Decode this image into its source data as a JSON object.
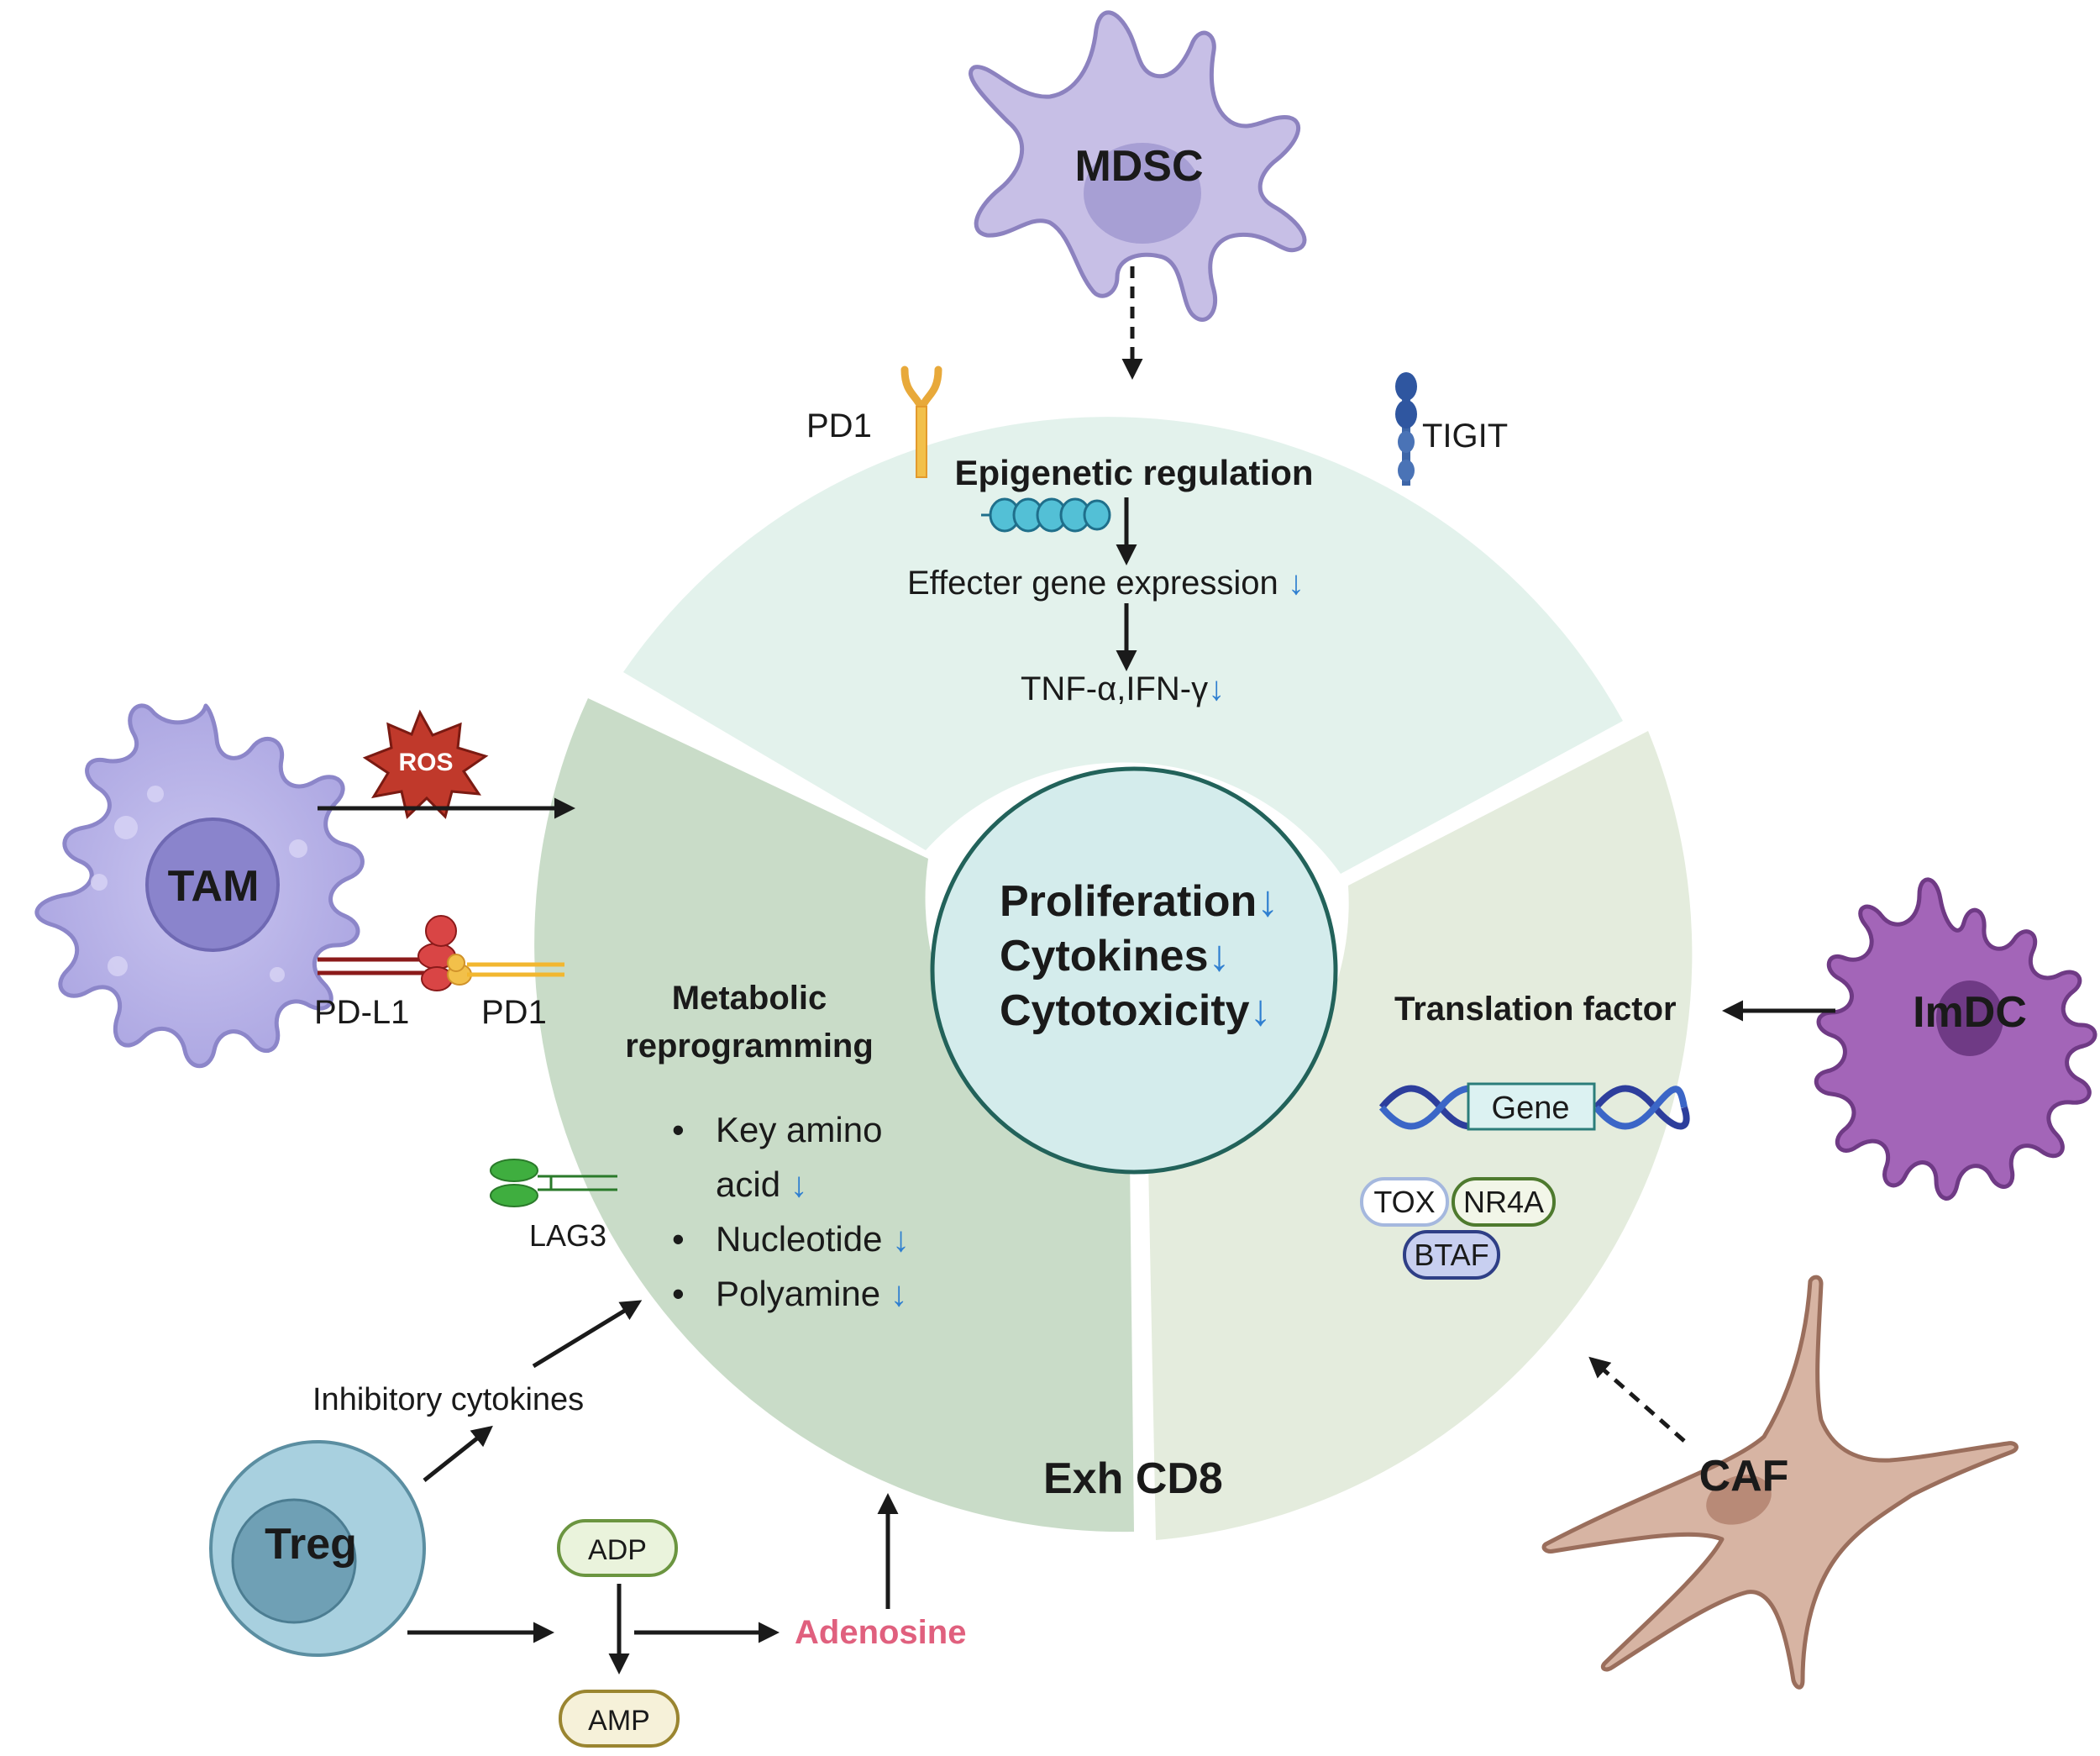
{
  "center": {
    "line1": "Proliferation",
    "line2": "Cytokines",
    "line3": "Cytotoxicity",
    "down_arrow": "↓"
  },
  "top_sector": {
    "title": "Epigenetic regulation",
    "step1": "Effecter gene expression",
    "step2": "TNF-α,IFN-γ",
    "receptor_left": "PD1",
    "receptor_right": "TIGIT"
  },
  "left_sector": {
    "title_line1": "Metabolic",
    "title_line2": "reprogramming",
    "bullets": [
      {
        "line1": "Key amino",
        "line2": "acid"
      },
      {
        "line1": "Nucleotide"
      },
      {
        "line1": "Polyamine"
      }
    ],
    "bullet_symbol": "•",
    "label": "Exh CD8"
  },
  "right_sector": {
    "title": "Translation factor",
    "gene": "Gene",
    "factors": [
      "TOX",
      "NR4A",
      "BTAF"
    ]
  },
  "cells": {
    "mdsc": "MDSC",
    "tam": "TAM",
    "imdc": "ImDC",
    "caf": "CAF",
    "treg": "Treg"
  },
  "tam_interaction": {
    "ros": "ROS",
    "ligand": "PD-L1",
    "receptor": "PD1"
  },
  "lag3": "LAG3",
  "treg_path": {
    "inhibitory": "Inhibitory cytokines",
    "adp": "ADP",
    "amp": "AMP",
    "adenosine": "Adenosine"
  },
  "colors": {
    "top_sector": "#e3f2ec",
    "left_sector": "#c9dcc8",
    "right_sector": "#e4ecdd",
    "center_fill": "#d4ecec",
    "center_stroke": "#22625a",
    "down_arrow": "#2f7fd0",
    "adenosine": "#e0607e",
    "mdsc": "#c7bfe6",
    "tam": "#b7b2e6",
    "imdc": "#a365b8",
    "caf": "#d7b4a3",
    "treg": "#a8d0df"
  }
}
